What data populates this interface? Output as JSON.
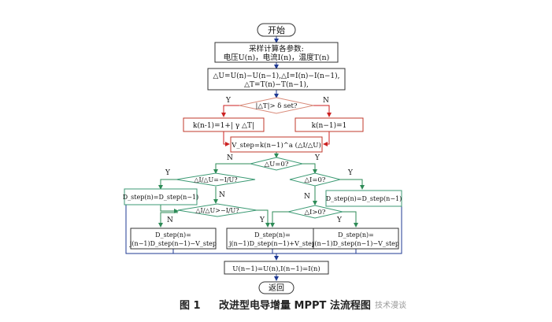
{
  "diagram": {
    "nodes": {
      "start": "开始",
      "sample_line1": "采样计算各参数:",
      "sample_line2": "电压U(n)，电流I(n)，温度T(n)",
      "delta_line1": "△U=U(n)−U(n−1),△I=I(n)−I(n−1),",
      "delta_line2": "△T=T(n)−T(n−1),",
      "dec_T": "|△T|> δ set?",
      "k_yes": "k(n-1)=1+| γ △T|",
      "k_no": "k(n−1)=1",
      "vstep": "V_step=k(n−1)^a (△I/△U)",
      "dec_dU": "△U=0?",
      "dec_ratio_eq": "△I/△U=−I/U?",
      "dec_dI": "△I=0?",
      "d_hold_left": "D_step(n)=D_step(n−1)",
      "d_hold_right": "D_step(n)=D_step(n−1)",
      "dec_ratio_gt": "△I/△U>−I/U?",
      "dec_dI_gt": "△I>0?",
      "d_minus_left_1": "D_step(n)=",
      "d_minus_left_2": "j(n−1)D_step(n−1)−V_step",
      "d_plus_mid_1": "D_step(n)=",
      "d_plus_mid_2": "j(n−1)D_step(n−1)+V_step",
      "d_minus_right_1": "D_step(n)=",
      "d_minus_right_2": "j(n−1)D_step(n−1)−V_step",
      "update": "U(n−1)=U(n),I(n−1)=I(n)",
      "return": "返回"
    },
    "labels": {
      "yes": "Y",
      "no": "N"
    },
    "colors": {
      "box_border": "#333333",
      "decision_border": "#d98b7a",
      "red_box_border": "#c0392b",
      "green_border": "#3c9a74",
      "arrow_blue": "#1f3a93",
      "arrow_red": "#cc2222",
      "arrow_green": "#2e8b57"
    }
  },
  "caption": {
    "figure_no": "图 1",
    "title": "改进型电导增量 MPPT 法流程图",
    "watermark": "技术漫谈"
  }
}
